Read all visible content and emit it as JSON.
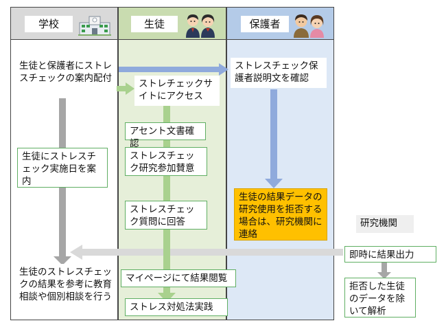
{
  "lanes": {
    "school": {
      "label": "学校"
    },
    "student": {
      "label": "生徒"
    },
    "parent": {
      "label": "保護者"
    }
  },
  "research": {
    "label": "研究機関"
  },
  "boxes": {
    "school_distribute": "生徒と保護者にストレスチェックの案内配付",
    "school_notify": "生徒にストレスチェック実施日を案内",
    "school_use": "生徒のストレスチェックの結果を参考に教育相談や個別相談を行う",
    "student_access": "ストレチェックサイトにアクセス",
    "student_assent": "アセント文書確認",
    "student_consent": "ストレスチェック研究参加賛意",
    "student_answer": "ストレスチェック質問に回答",
    "student_view": "マイページにて結果閲覧",
    "student_practice": "ストレス対処法実践",
    "parent_confirm": "ストレスチェック保護者説明文を確認",
    "parent_refuse": "生徒の結果データの研究使用を拒否する場合は、研究機関に連絡",
    "research_output": "即時に結果出力",
    "research_analysis": "拒否した生徒のデータを除いて解析"
  },
  "colors": {
    "gray_arrow": "#a6a6a6",
    "green_arrow": "#a9d18e",
    "blue_arrow": "#8faadc",
    "highlight": "#ffc000"
  }
}
